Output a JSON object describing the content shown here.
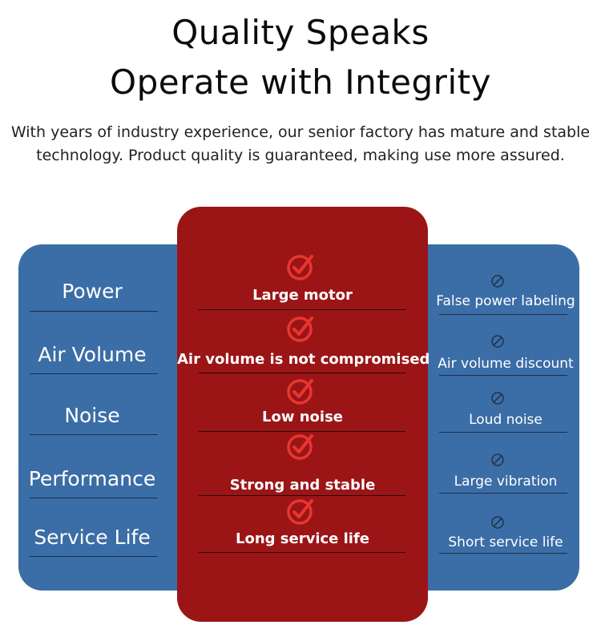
{
  "header": {
    "title_line1": "Quality Speaks",
    "title_line2": "Operate with Integrity",
    "subtitle_line1": "With years of industry experience, our senior factory has mature and stable",
    "subtitle_line2": "technology. Product quality is guaranteed, making use more assured."
  },
  "comparison": {
    "colors": {
      "blue_panel": "#3b6da6",
      "red_panel": "#9b1517",
      "check_icon": "#e8362f"
    },
    "rows": [
      {
        "feature": "Power",
        "ours": "Large motor",
        "theirs": "False power labeling"
      },
      {
        "feature": "Air Volume",
        "ours": "Air volume is not compromised",
        "theirs": "Air volume discount"
      },
      {
        "feature": "Noise",
        "ours": "Low noise",
        "theirs": "Loud noise"
      },
      {
        "feature": "Performance",
        "ours": "Strong and stable",
        "theirs": "Large vibration"
      },
      {
        "feature": "Service Life",
        "ours": "Long service life",
        "theirs": "Short service life"
      }
    ],
    "icons": {
      "ours": "check-circle-icon",
      "theirs": "prohibited-icon"
    }
  }
}
